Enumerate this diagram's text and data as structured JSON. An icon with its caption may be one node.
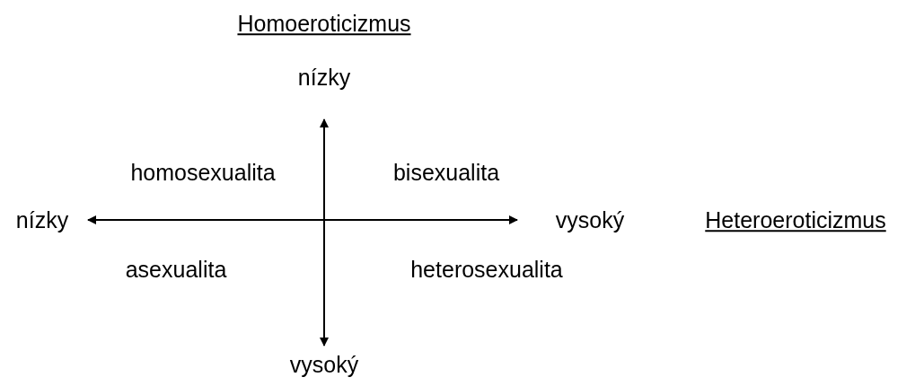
{
  "diagram": {
    "labels": [
      "Homoeroticizmus",
      "nízky",
      "homosexualita",
      "bisexualita",
      "nízky",
      "vysoký",
      "Heteroeroticizmus",
      "asexualita",
      "heterosexualita",
      "vysoký"
    ]
  }
}
